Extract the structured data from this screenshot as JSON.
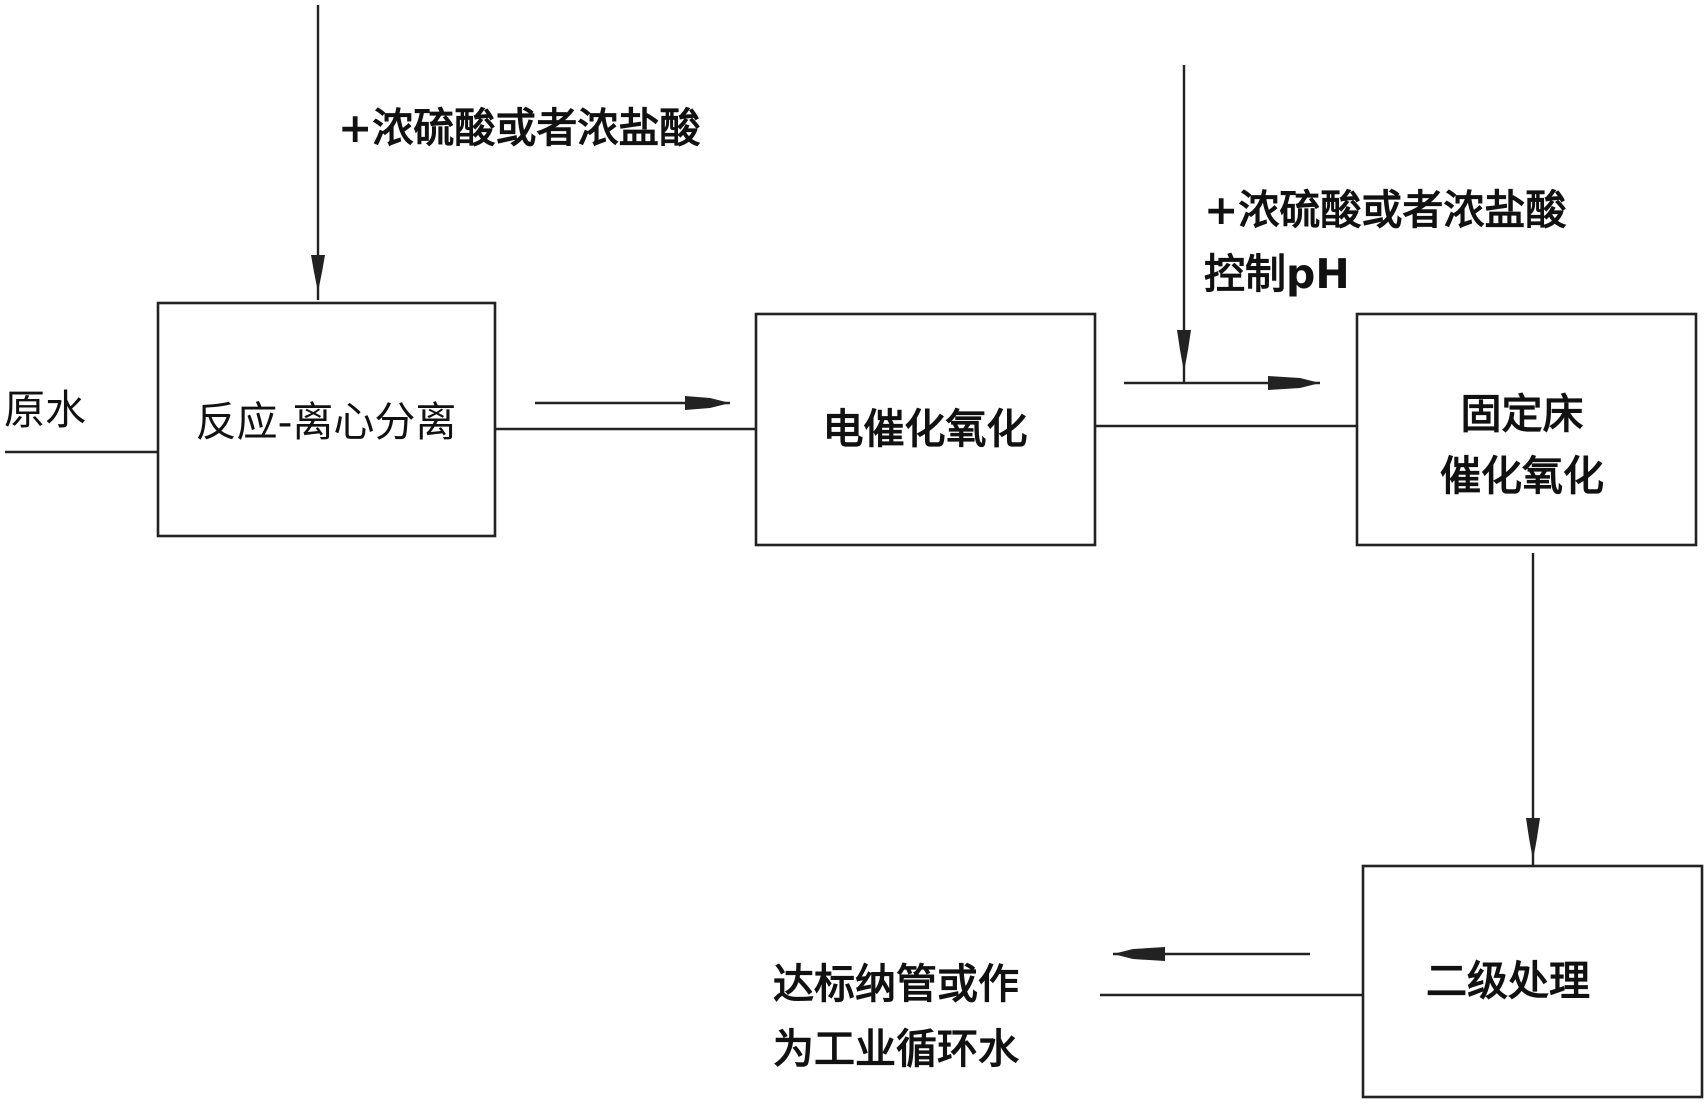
{
  "diagram": {
    "input_label": "原水",
    "acid_label_1": "+浓硫酸或者浓盐酸",
    "acid_label_2": "+浓硫酸或者浓盐酸",
    "ph_label": "控制pH",
    "nodes": {
      "reaction": "反应-离心分离",
      "electro": "电催化氧化",
      "fixed_bed_line1": "固定床",
      "fixed_bed_line2": "催化氧化",
      "secondary": "二级处理"
    },
    "output_line1": "达标纳管或作",
    "output_line2": "为工业循环水"
  }
}
